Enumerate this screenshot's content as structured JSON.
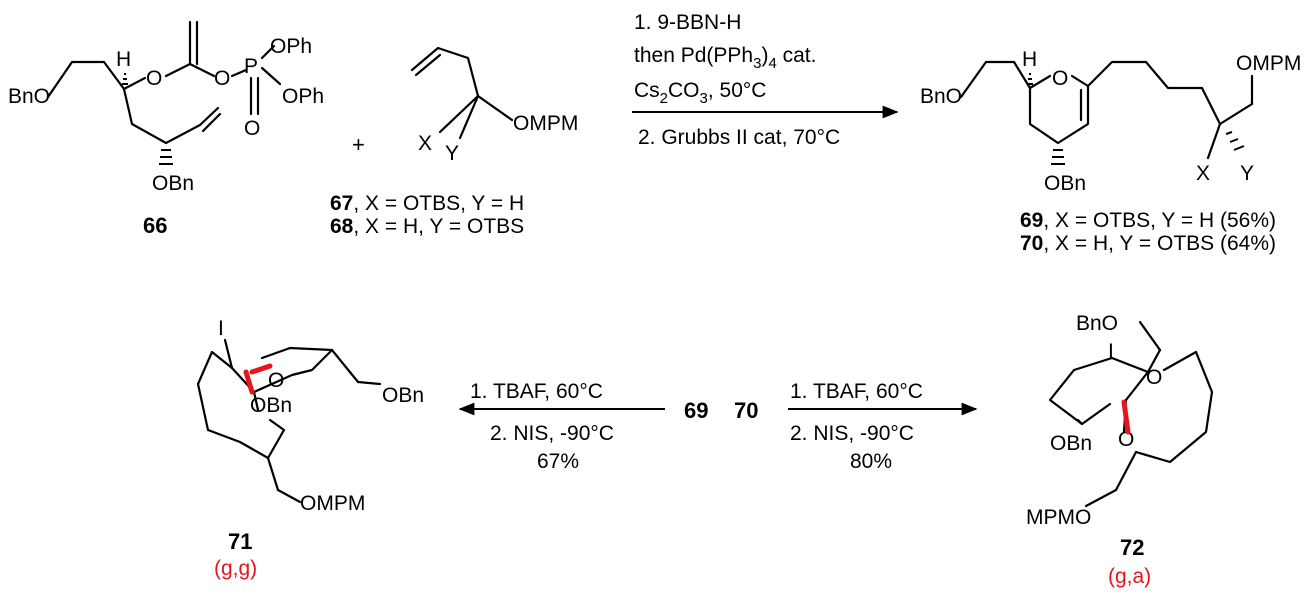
{
  "atoms": {
    "O": "O",
    "P": "P",
    "H": "H",
    "I": "I",
    "X": "X",
    "Y": "Y",
    "BnO": "BnO",
    "OBn": "OBn",
    "OPh": "OPh",
    "OMPM": "OMPM",
    "MPMO": "MPMO"
  },
  "reagents_step1": {
    "line1": "1. 9-BBN-H",
    "line2": "then Pd(PPh",
    "line2_sub": "3",
    "line2_end": ")",
    "line2_sub2": "4",
    "line2_tail": " cat.",
    "line3": "Cs",
    "line3_sub": "2",
    "line3_mid": "CO",
    "line3_sub2": "3",
    "line3_tail": ", 50°C",
    "line4": "2. Grubbs II cat, 70°C"
  },
  "reagents_left": {
    "line1": "1. TBAF, 60°C",
    "line2": "2. NIS, -90°C",
    "yield": "67%"
  },
  "reagents_right": {
    "line1": "1. TBAF, 60°C",
    "line2": "2. NIS, -90°C",
    "yield": "80%"
  },
  "plus": "+",
  "compounds": {
    "c66": "66",
    "c67": "67",
    "c67_desc": ", X = OTBS, Y = H",
    "c68": "68",
    "c68_desc": ", X = H, Y = OTBS",
    "c69": "69",
    "c69_desc": ", X = OTBS, Y = H (56%)",
    "c70": "70",
    "c70_desc": ", X = H, Y = OTBS (64%)",
    "mid69": "69",
    "mid70": "70",
    "c71": "71",
    "c71_conf": "(g,g)",
    "c72": "72",
    "c72_conf": "(g,a)"
  },
  "colors": {
    "highlight": "#e8141b"
  }
}
